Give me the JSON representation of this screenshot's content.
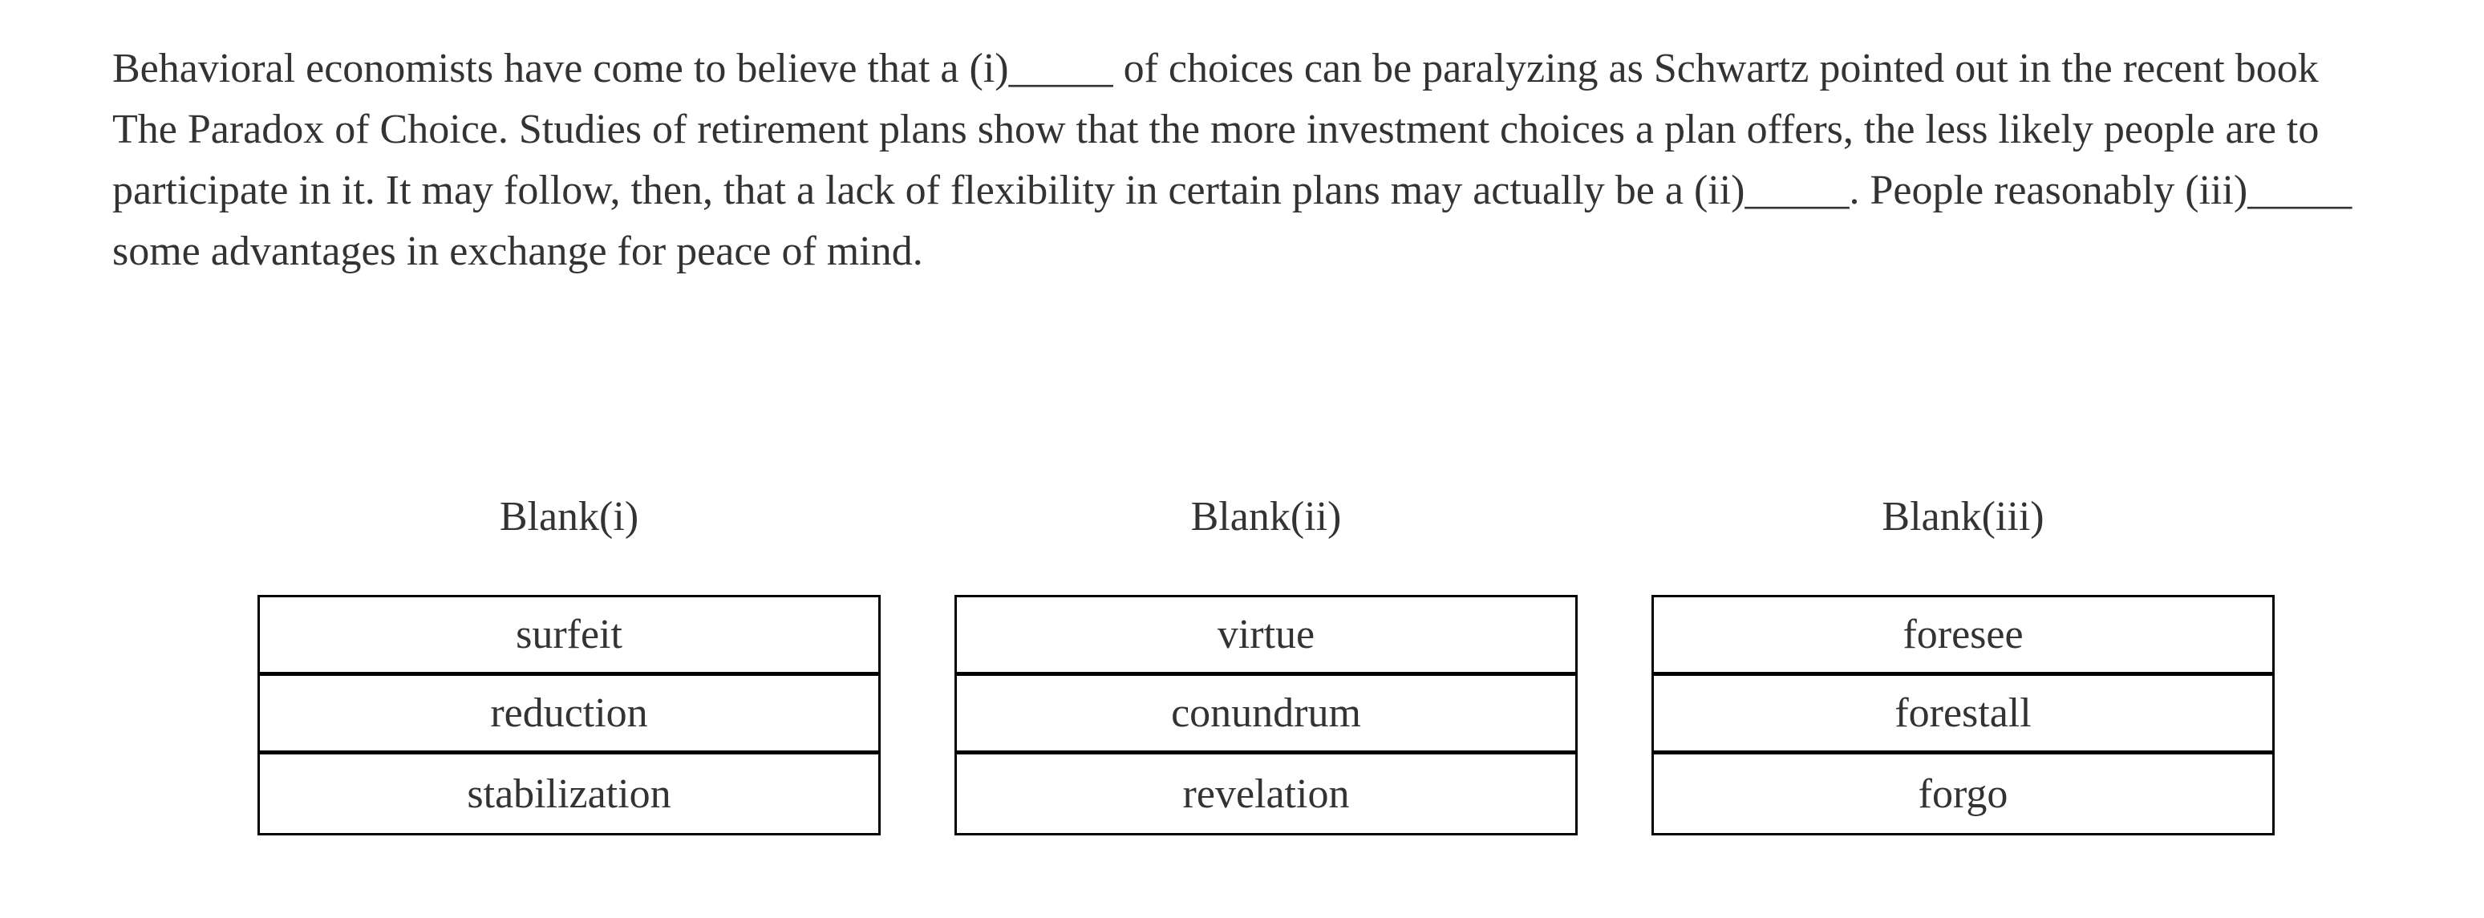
{
  "colors": {
    "background": "#ffffff",
    "text": "#333333",
    "border": "#000000"
  },
  "passage": {
    "lines": [
      "Behavioral economists have come to believe that a (i)_____ of choices can be paralyzing as Schwartz pointed out in the recent book",
      "The Paradox of Choice. Studies of retirement plans show that the more investment choices a plan offers, the less likely people are to",
      "participate in it. It may follow, then, that a lack of flexibility in certain plans may actually be a (ii)_____. People reasonably (iii)_____",
      "some advantages in exchange for peace of mind."
    ]
  },
  "columns": [
    {
      "label": "Blank(i)",
      "options": [
        "surfeit",
        "reduction",
        "stabilization"
      ]
    },
    {
      "label": "Blank(ii)",
      "options": [
        "virtue",
        "conundrum",
        "revelation"
      ]
    },
    {
      "label": "Blank(iii)",
      "options": [
        "foresee",
        "forestall",
        "forgo"
      ]
    }
  ]
}
